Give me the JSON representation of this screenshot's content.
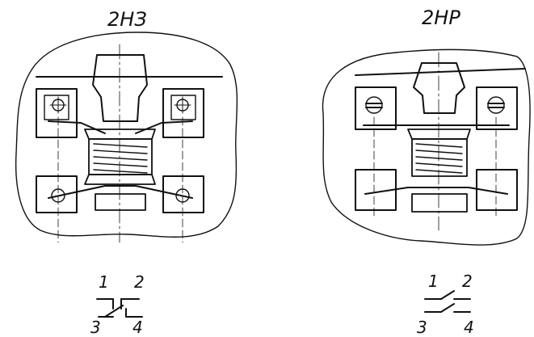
{
  "diagrams": [
    {
      "title": "2НЗ",
      "terminals": {
        "t1": "1",
        "t2": "2",
        "t3": "3",
        "t4": "4"
      }
    },
    {
      "title": "2НР",
      "terminals": {
        "t1": "1",
        "t2": "2",
        "t3": "3",
        "t4": "4"
      }
    }
  ]
}
